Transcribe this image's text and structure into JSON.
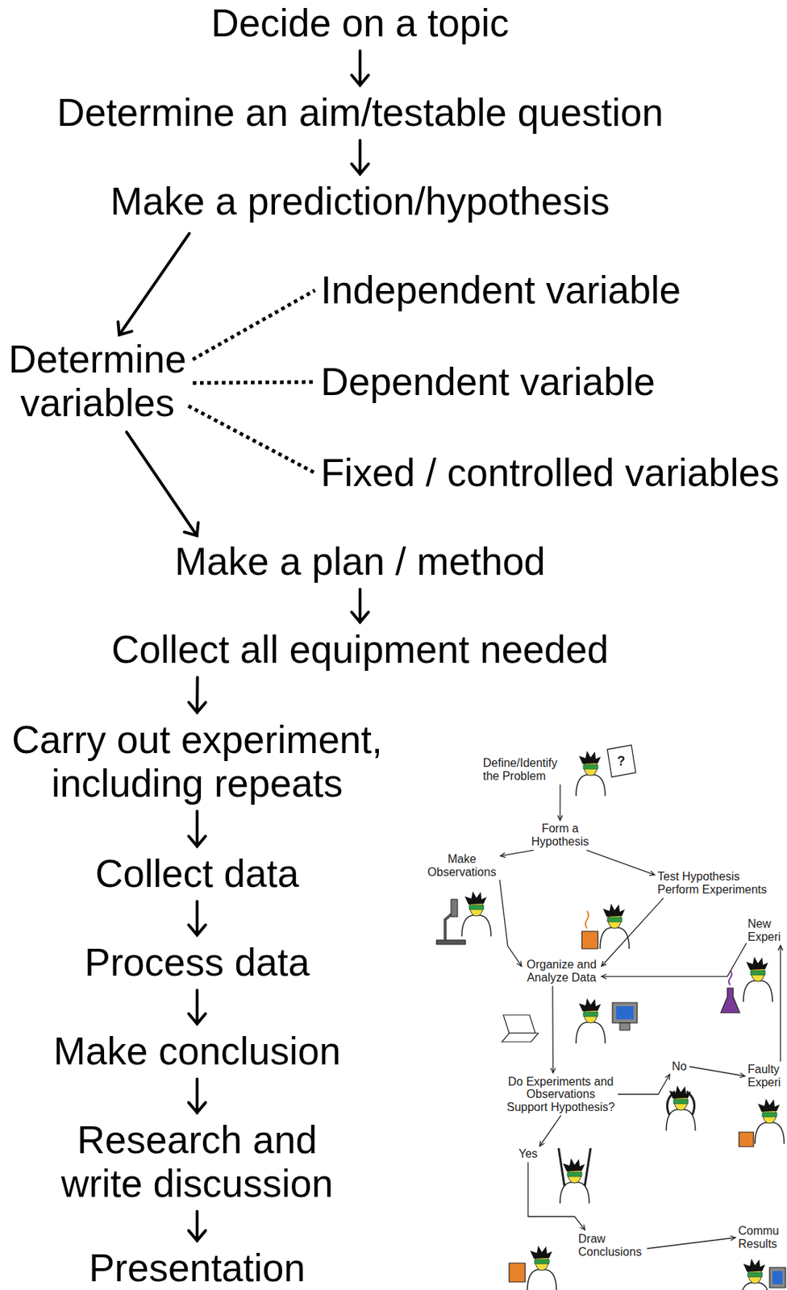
{
  "diagram": {
    "nodes": [
      {
        "text": [
          "Decide on a topic"
        ]
      },
      {
        "text": [
          "Determine an aim/testable question"
        ]
      },
      {
        "text": [
          "Make a prediction/hypothesis"
        ]
      },
      {
        "text": [
          "Determine variables"
        ]
      },
      {
        "text": [
          "Independent variable"
        ]
      },
      {
        "text": [
          "Dependent variable"
        ]
      },
      {
        "text": [
          "Fixed / controlled variables"
        ]
      },
      {
        "text": [
          "Make a plan / method"
        ]
      },
      {
        "text": [
          "Collect all equipment needed"
        ]
      },
      {
        "text": [
          "Carry out experiment, including repeats"
        ]
      },
      {
        "text": [
          "Collect data"
        ]
      },
      {
        "text": [
          "Process data"
        ]
      },
      {
        "text": [
          "Make conclusion"
        ]
      },
      {
        "text": [
          "Research and write discussion"
        ]
      },
      {
        "text": [
          "Presentation"
        ]
      },
      {
        "text": [
          "Define/Identify the Problem"
        ]
      },
      {
        "text": [
          "Form a Hypothesis"
        ]
      },
      {
        "text": [
          "Make Observations"
        ]
      },
      {
        "text": [
          "Test Hypothesis Perform Experiments"
        ]
      },
      {
        "text": [
          "New Experi"
        ]
      },
      {
        "text": [
          "Organize and Analyze Data"
        ]
      },
      {
        "text": [
          "Do Experiments and Observations Support Hypothesis?"
        ]
      },
      {
        "text": [
          "No"
        ]
      },
      {
        "text": [
          "Faulty Experi"
        ]
      },
      {
        "text": [
          "Yes"
        ]
      },
      {
        "text": [
          "Draw Conclusions"
        ]
      },
      {
        "text": [
          "Commu Results"
        ]
      }
    ],
    "edges": [
      {
        "from": 0,
        "to": 1,
        "arrow": "to"
      },
      {
        "from": 1,
        "to": 2,
        "arrow": "to"
      },
      {
        "from": 2,
        "to": 3,
        "arrow": "to"
      },
      {
        "from": 3,
        "to": 4,
        "arrow": "none"
      },
      {
        "from": 3,
        "to": 5,
        "arrow": "none"
      },
      {
        "from": 3,
        "to": 6,
        "arrow": "none"
      },
      {
        "from": 3,
        "to": 7,
        "arrow": "to"
      },
      {
        "from": 7,
        "to": 8,
        "arrow": "to"
      },
      {
        "from": 8,
        "to": 9,
        "arrow": "to"
      },
      {
        "from": 9,
        "to": 10,
        "arrow": "to"
      },
      {
        "from": 10,
        "to": 11,
        "arrow": "to"
      },
      {
        "from": 11,
        "to": 12,
        "arrow": "to"
      },
      {
        "from": 12,
        "to": 13,
        "arrow": "to"
      },
      {
        "from": 13,
        "to": 14,
        "arrow": "to"
      },
      {
        "from": 15,
        "to": 16,
        "arrow": "to"
      },
      {
        "from": 16,
        "to": 17,
        "arrow": "to"
      },
      {
        "from": 16,
        "to": 18,
        "arrow": "to"
      },
      {
        "from": 17,
        "to": 20,
        "arrow": "to"
      },
      {
        "from": 18,
        "to": 20,
        "arrow": "to"
      },
      {
        "from": 19,
        "to": 20,
        "arrow": "to"
      },
      {
        "from": 20,
        "to": 21,
        "arrow": "to"
      },
      {
        "from": 21,
        "to": 22,
        "arrow": "to"
      },
      {
        "from": 22,
        "to": 23,
        "arrow": "to"
      },
      {
        "from": 23,
        "to": 19,
        "arrow": "to"
      },
      {
        "from": 21,
        "to": 24,
        "arrow": "to"
      },
      {
        "from": 24,
        "to": 25,
        "arrow": "to"
      },
      {
        "from": 25,
        "to": 26,
        "arrow": "to"
      }
    ],
    "labels": [
      "?"
    ]
  }
}
